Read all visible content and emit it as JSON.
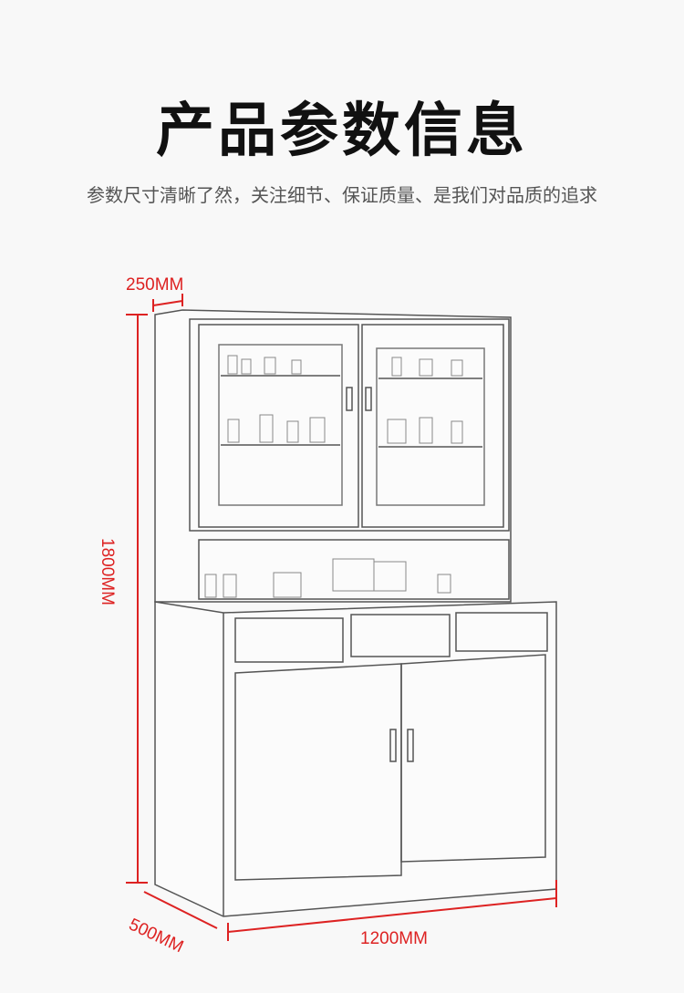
{
  "header": {
    "title": "产品参数信息",
    "subtitle": "参数尺寸清晰了然，关注细节、保证质量、是我们对品质的追求"
  },
  "dimensions": {
    "depth_top": "250MM",
    "height": "1800MM",
    "depth_bottom": "500MM",
    "width": "1200MM"
  },
  "colors": {
    "dimension": "#dd2222",
    "line": "#555555"
  }
}
